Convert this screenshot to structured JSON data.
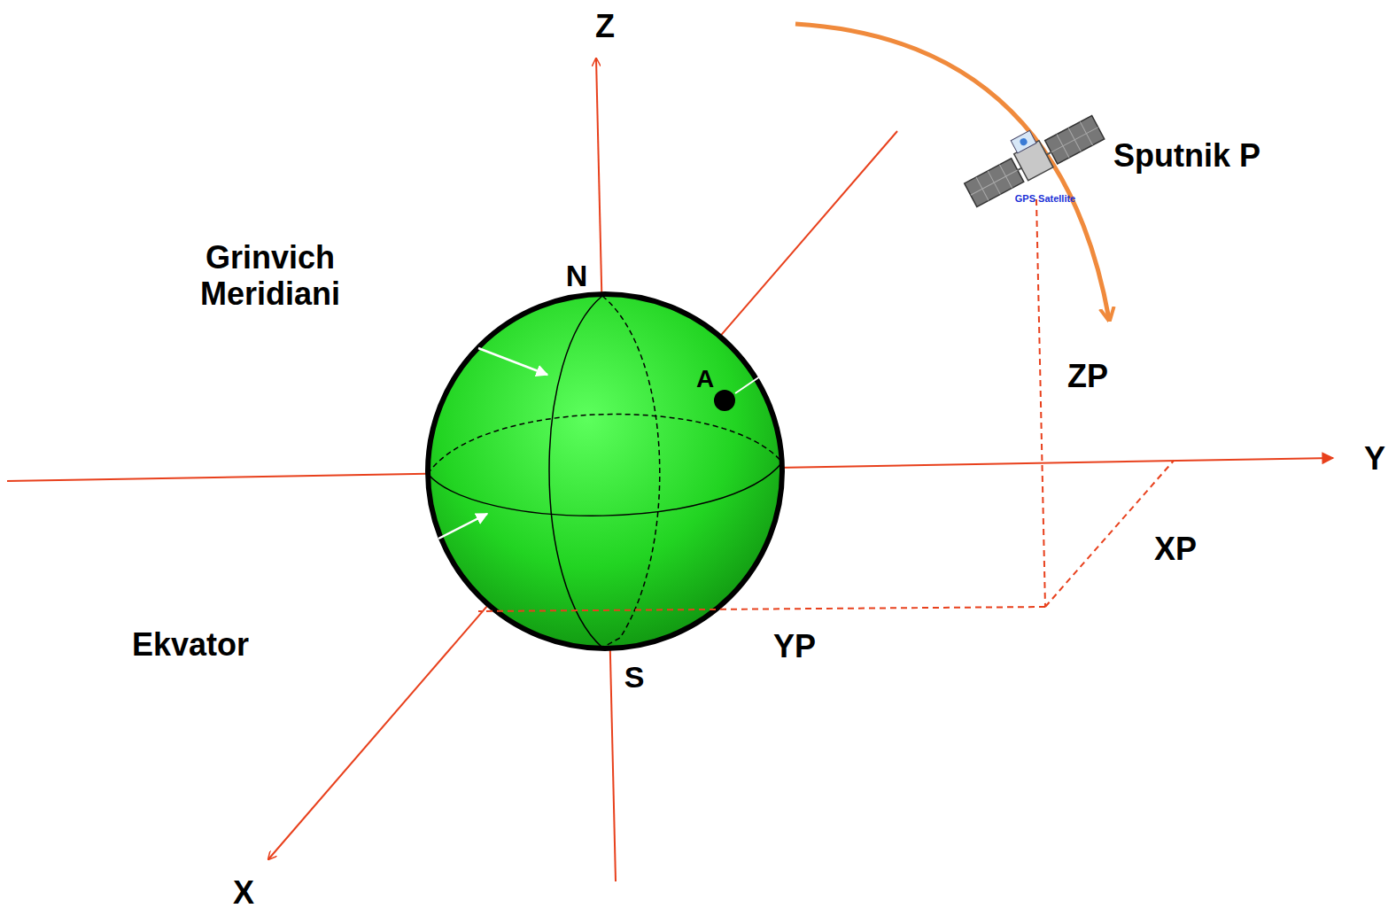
{
  "diagram": {
    "labels": [
      "Z",
      "Sputnik P",
      "GPS Satellite",
      "Grinvich Meridiani",
      "N",
      "A",
      "ZP",
      "Y",
      "XP",
      "Ekvator",
      "YP",
      "S",
      "X"
    ]
  }
}
